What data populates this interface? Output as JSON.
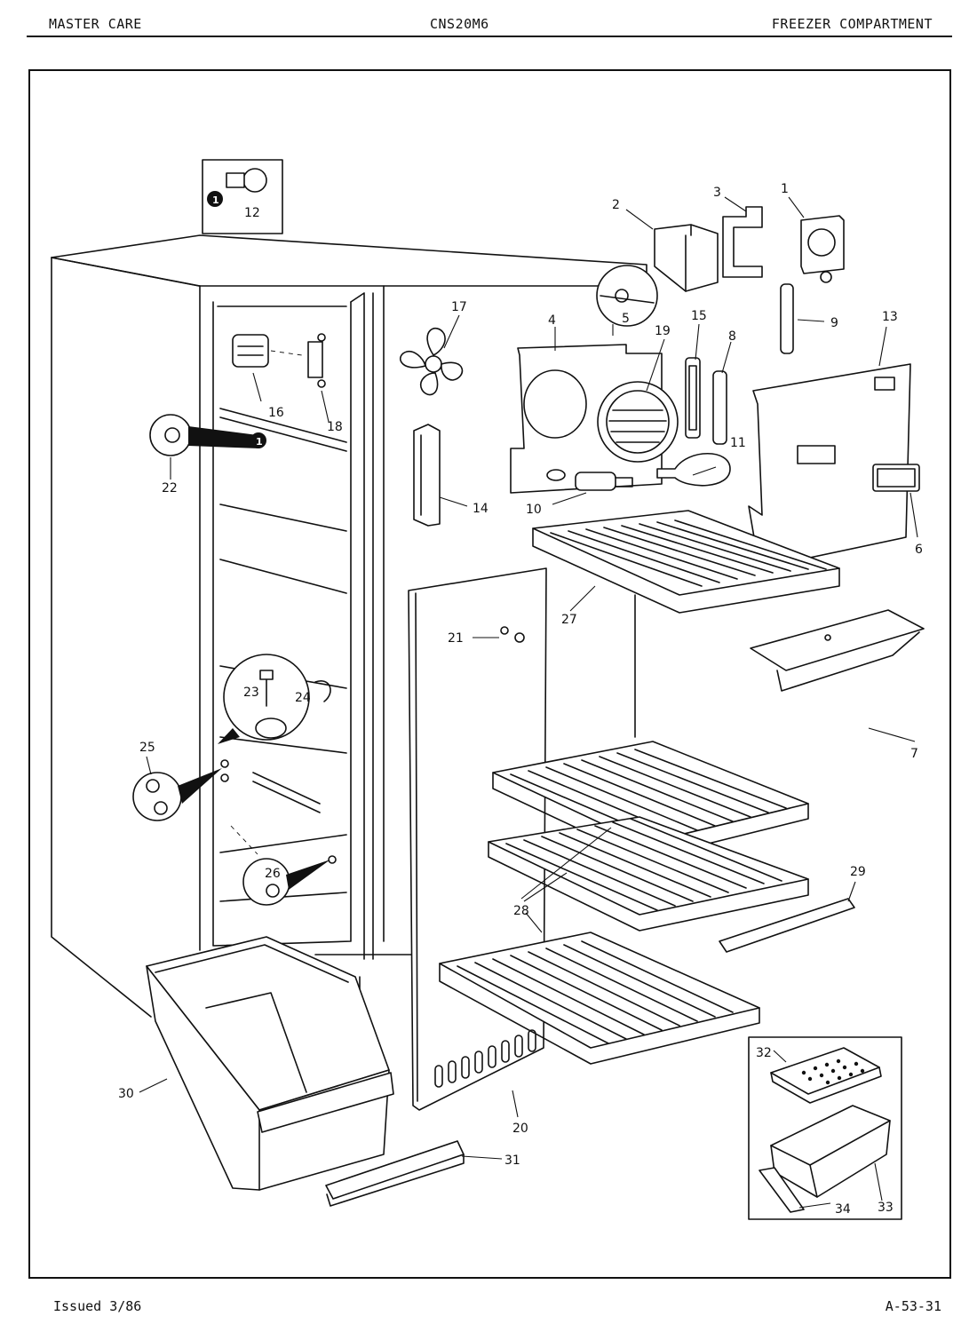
{
  "header": {
    "brand": "MASTER CARE",
    "model": "CNS20M6",
    "section": "FREEZER COMPARTMENT"
  },
  "footer": {
    "issued": "Issued 3/86",
    "page_code": "A-53-31"
  },
  "diagram": {
    "part_numbers": [
      "1",
      "2",
      "3",
      "4",
      "5",
      "6",
      "7",
      "8",
      "9",
      "10",
      "11",
      "12",
      "13",
      "14",
      "15",
      "16",
      "17",
      "18",
      "19",
      "20",
      "21",
      "22",
      "23",
      "24",
      "25",
      "26",
      "27",
      "28",
      "29",
      "30",
      "31",
      "32",
      "33",
      "34"
    ],
    "callout_marker": "1"
  }
}
